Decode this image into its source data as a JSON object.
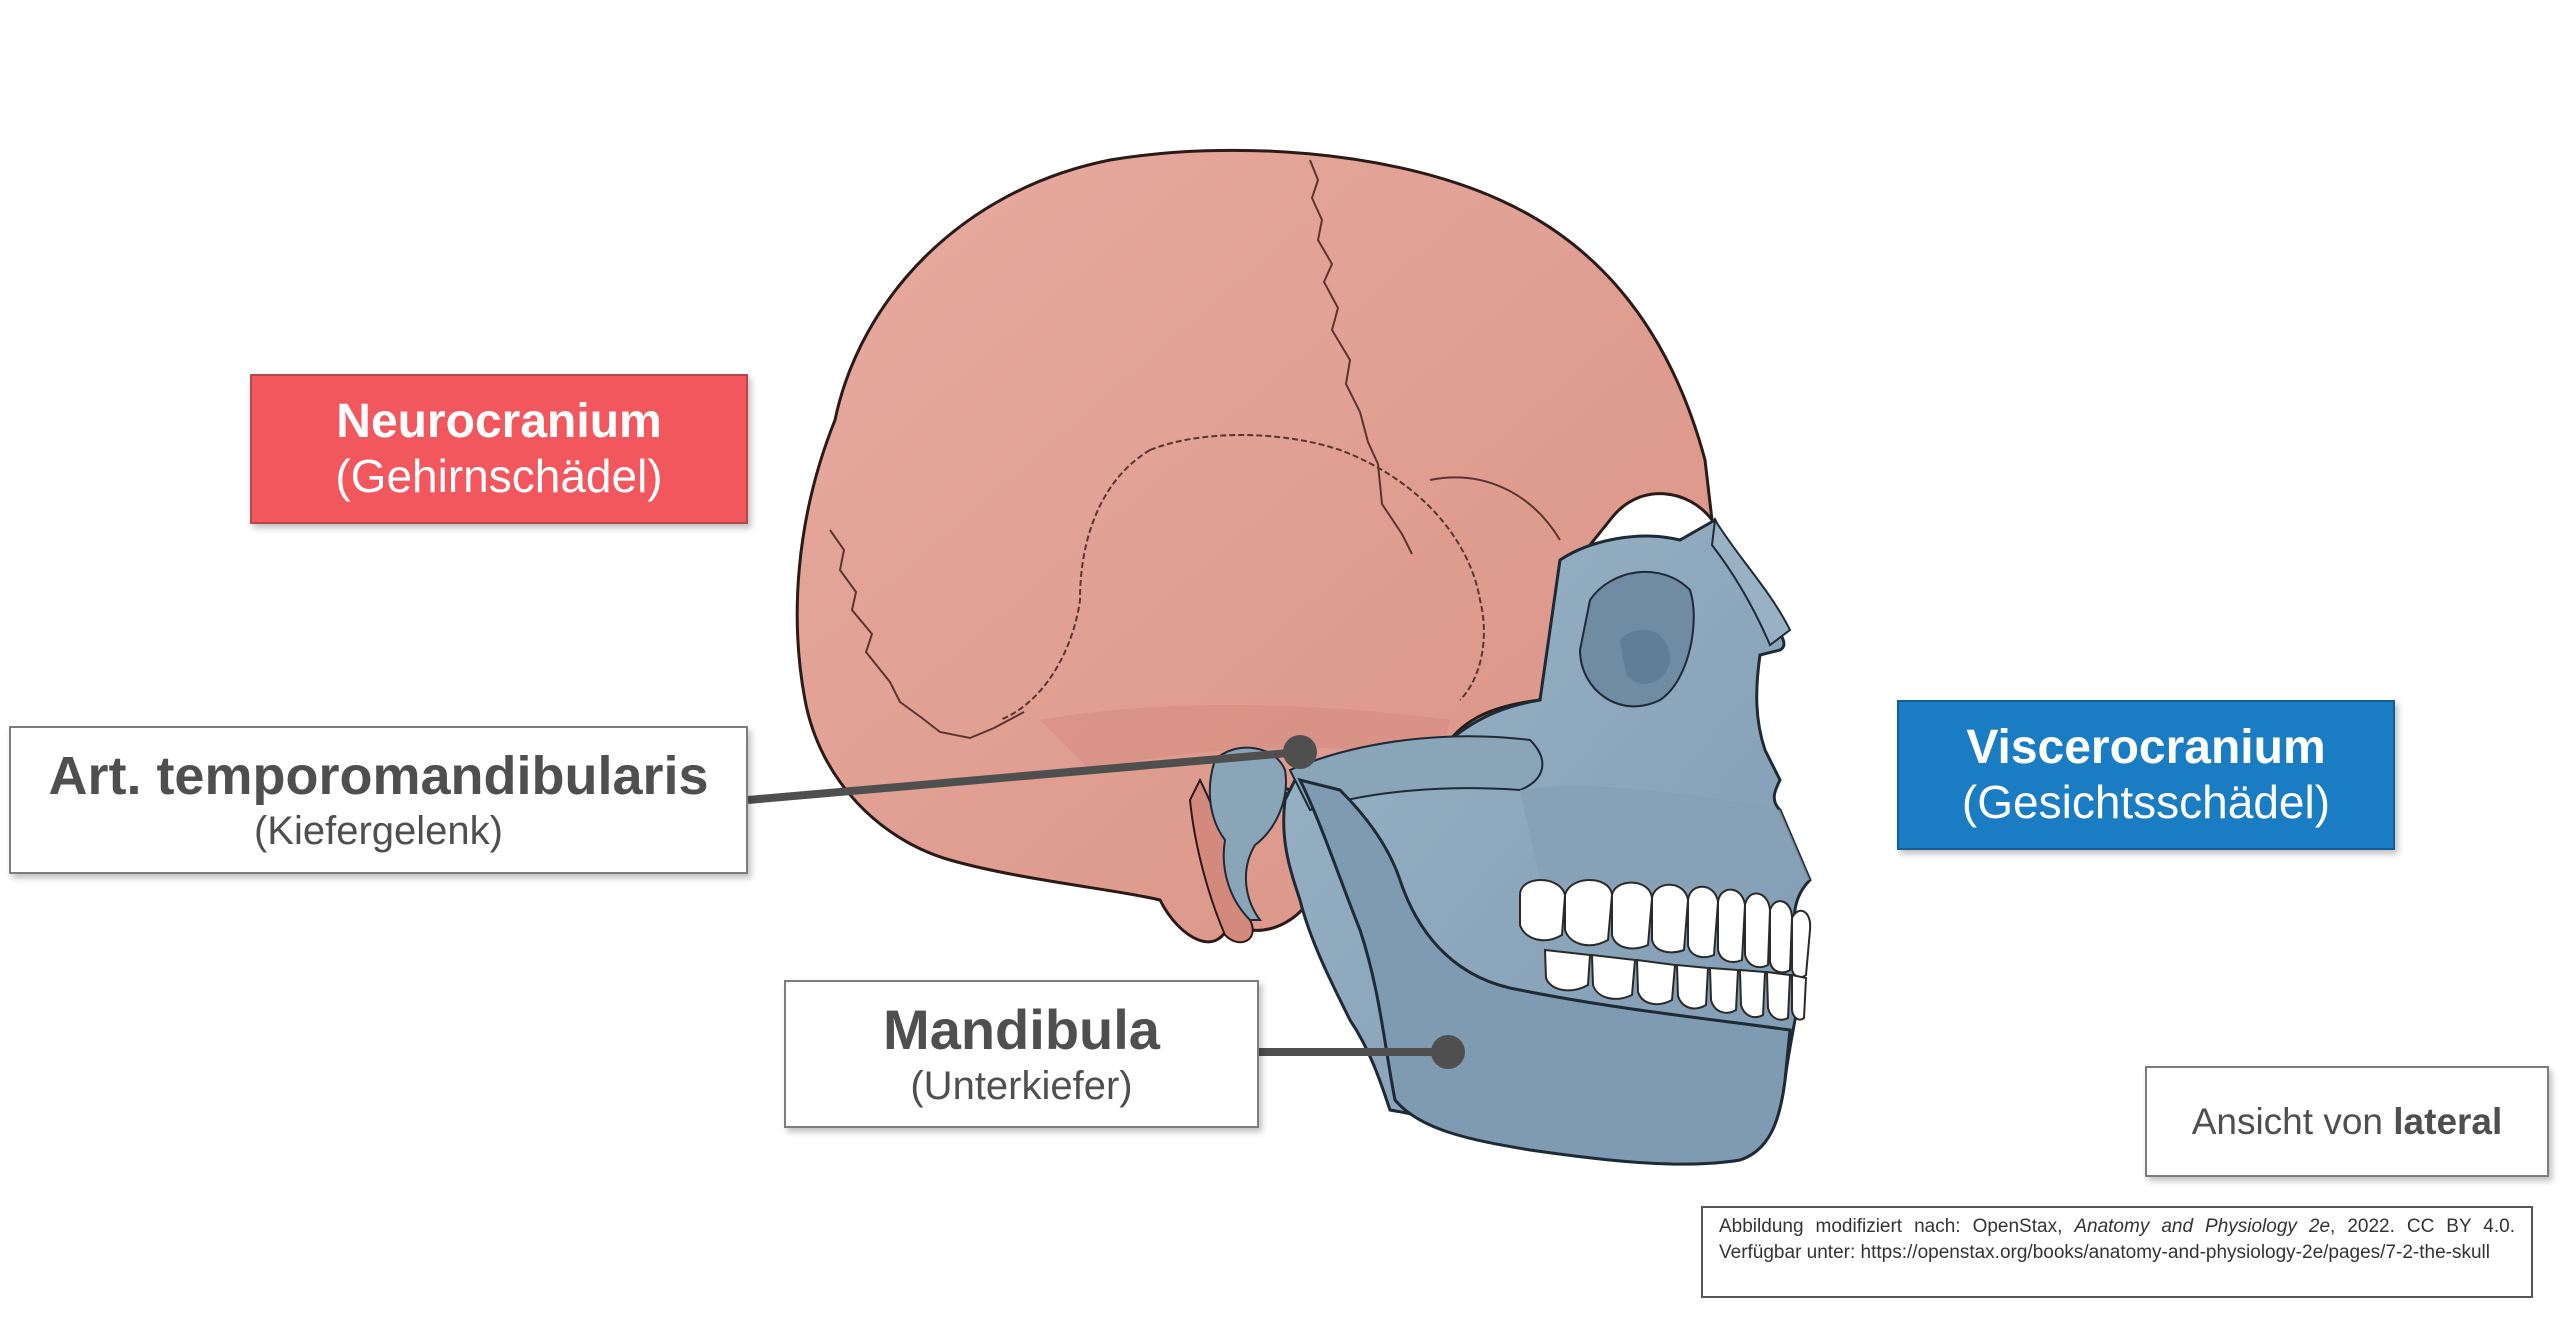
{
  "labels": {
    "neurocranium": {
      "main": "Neurocranium",
      "sub": "(Gehirnschädel)"
    },
    "viscerocranium": {
      "main": "Viscerocranium",
      "sub": "(Gesichtsschädel)"
    },
    "tmj": {
      "main": "Art. temporomandibularis",
      "sub": "(Kiefergelenk)"
    },
    "mandibula": {
      "main": "Mandibula",
      "sub": "(Unterkiefer)"
    }
  },
  "view": {
    "prefix": "Ansicht von ",
    "bold": "lateral"
  },
  "credit": {
    "part1": "Abbildung modifiziert nach: OpenStax, ",
    "title": "Anatomy and Physiology 2e",
    "part2": ", 2022. CC BY 4.0. Verfügbar unter: https://openstax.org/books/anatomy-and-physiology-2e/pages/7-2-the-skull"
  },
  "colors": {
    "neurocranium": "#e2a095",
    "neurocranium_dark": "#c97f73",
    "viscerocranium": "#8fa9be",
    "viscerocranium_dark": "#6f8ca3",
    "neuro_label": "#f2575e",
    "viscero_label": "#1a7dc4",
    "leader": "#4f4f4f",
    "teeth": "#ffffff"
  }
}
